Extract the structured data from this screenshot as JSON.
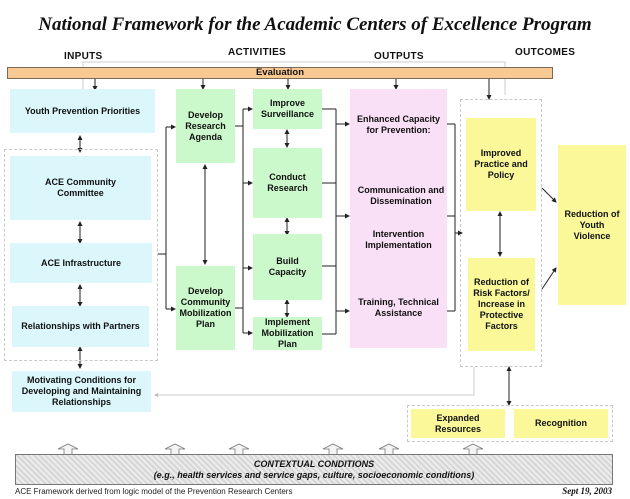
{
  "title": "National Framework for the Academic Centers of Excellence Program",
  "columns": {
    "inputs": "INPUTS",
    "activities": "ACTIVITIES",
    "outputs": "OUTPUTS",
    "outcomes": "OUTCOMES"
  },
  "evaluation": "Evaluation",
  "inputs": {
    "youth_priorities": "Youth Prevention Priorities",
    "ace_committee": "ACE Community Committee",
    "ace_infrastructure": "ACE Infrastructure",
    "relationships": "Relationships with Partners",
    "motivating": "Motivating Conditions for Developing and Maintaining Relationships"
  },
  "activities": {
    "research_agenda": "Develop Research Agenda",
    "mobilization_plan": "Develop Community Mobilization Plan",
    "surveillance": "Improve Surveillance",
    "conduct_research": "Conduct Research",
    "build_capacity": "Build Capacity",
    "implement_plan": "Implement Mobilization Plan"
  },
  "outputs": {
    "enhanced_capacity": "Enhanced Capacity for Prevention:",
    "communication": "Communication and Dissemination",
    "intervention": "Intervention Implementation",
    "training": "Training, Technical Assistance"
  },
  "outcomes": {
    "practice_policy": "Improved Practice and Policy",
    "risk_factors": "Reduction of Risk Factors/ Increase in Protective Factors",
    "youth_violence": "Reduction of Youth Violence",
    "expanded_resources": "Expanded Resources",
    "recognition": "Recognition"
  },
  "contextual": {
    "heading": "CONTEXTUAL CONDITIONS",
    "detail": "(e.g., health services and service gaps, culture, socioeconomic conditions)"
  },
  "footer": {
    "source": "ACE Framework derived from logic model of the Prevention Research Centers",
    "date": "Sept 19, 2003"
  },
  "colors": {
    "evaluation_bar": "#f9c994",
    "inputs_box": "#dcf7fc",
    "activities_box": "#ccf9cc",
    "outputs_box": "#f9e0f7",
    "outcomes_box": "#faf899"
  }
}
